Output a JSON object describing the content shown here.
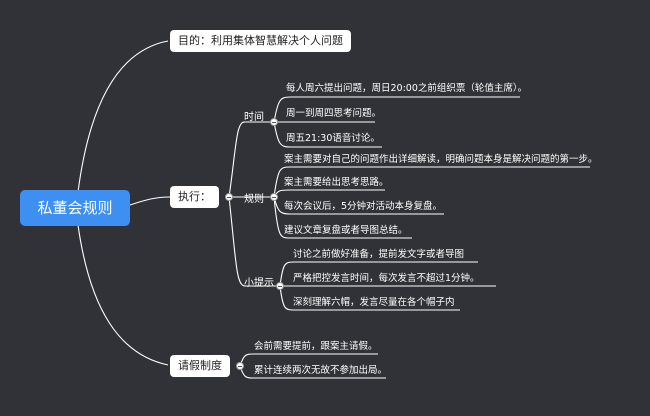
{
  "root": {
    "label": "私董会规则"
  },
  "purpose": {
    "label": "目的：利用集体智慧解决个人问题"
  },
  "execution": {
    "label": "执行：",
    "time": {
      "label": "时间",
      "items": [
        "每人周六提出问题，周日20:00之前组织票（轮值主席）。",
        "周一到周四思考问题。",
        "周五21:30语音讨论。"
      ]
    },
    "rules": {
      "label": "规则",
      "items": [
        "案主需要对自己的问题作出详细解读，明确问题本身是解决问题的第一步。",
        "案主需要给出思考思路。",
        "每次会议后，5分钟对活动本身复盘。",
        "建议文章复盘或者导图总结。"
      ]
    },
    "tips": {
      "label": "小提示",
      "items": [
        "讨论之前做好准备，提前发文字或者导图",
        "严格把控发言时间，每次发言不超过1分钟。",
        "深刻理解六帽，发言尽量在各个帽子内"
      ]
    }
  },
  "leave": {
    "label": "请假制度",
    "items": [
      "会前需要提前，跟案主请假。",
      "累计连续两次无故不参加出局。"
    ]
  },
  "colors": {
    "background": "#313238",
    "root": "#3d8ff2",
    "line": "#ffffff"
  }
}
